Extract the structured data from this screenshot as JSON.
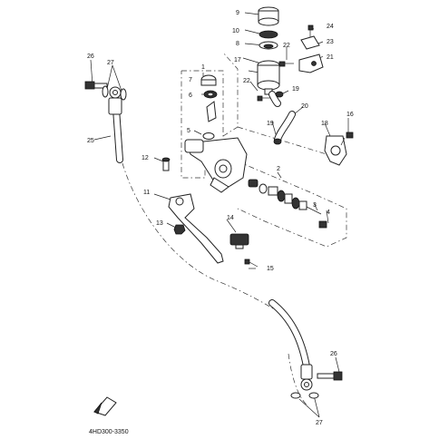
{
  "diagram": {
    "code": "4HD300-3350",
    "labels": {
      "p1": "1",
      "p2": "2",
      "p3": "3",
      "p4": "4",
      "p5": "5",
      "p6": "6",
      "p7": "7",
      "p8": "8",
      "p9": "9",
      "p10": "10",
      "p11": "11",
      "p12": "12",
      "p13": "13",
      "p14": "14",
      "p15": "15",
      "p16": "16",
      "p17": "17",
      "p18": "18",
      "p19a": "19",
      "p19b": "19",
      "p20": "20",
      "p21": "21",
      "p22a": "22",
      "p22b": "22",
      "p23": "23",
      "p24": "24",
      "p25": "25",
      "p26a": "26",
      "p26b": "26",
      "p27a": "27",
      "p27b": "27"
    },
    "fwd_icon": "fwd-arrow-icon"
  }
}
